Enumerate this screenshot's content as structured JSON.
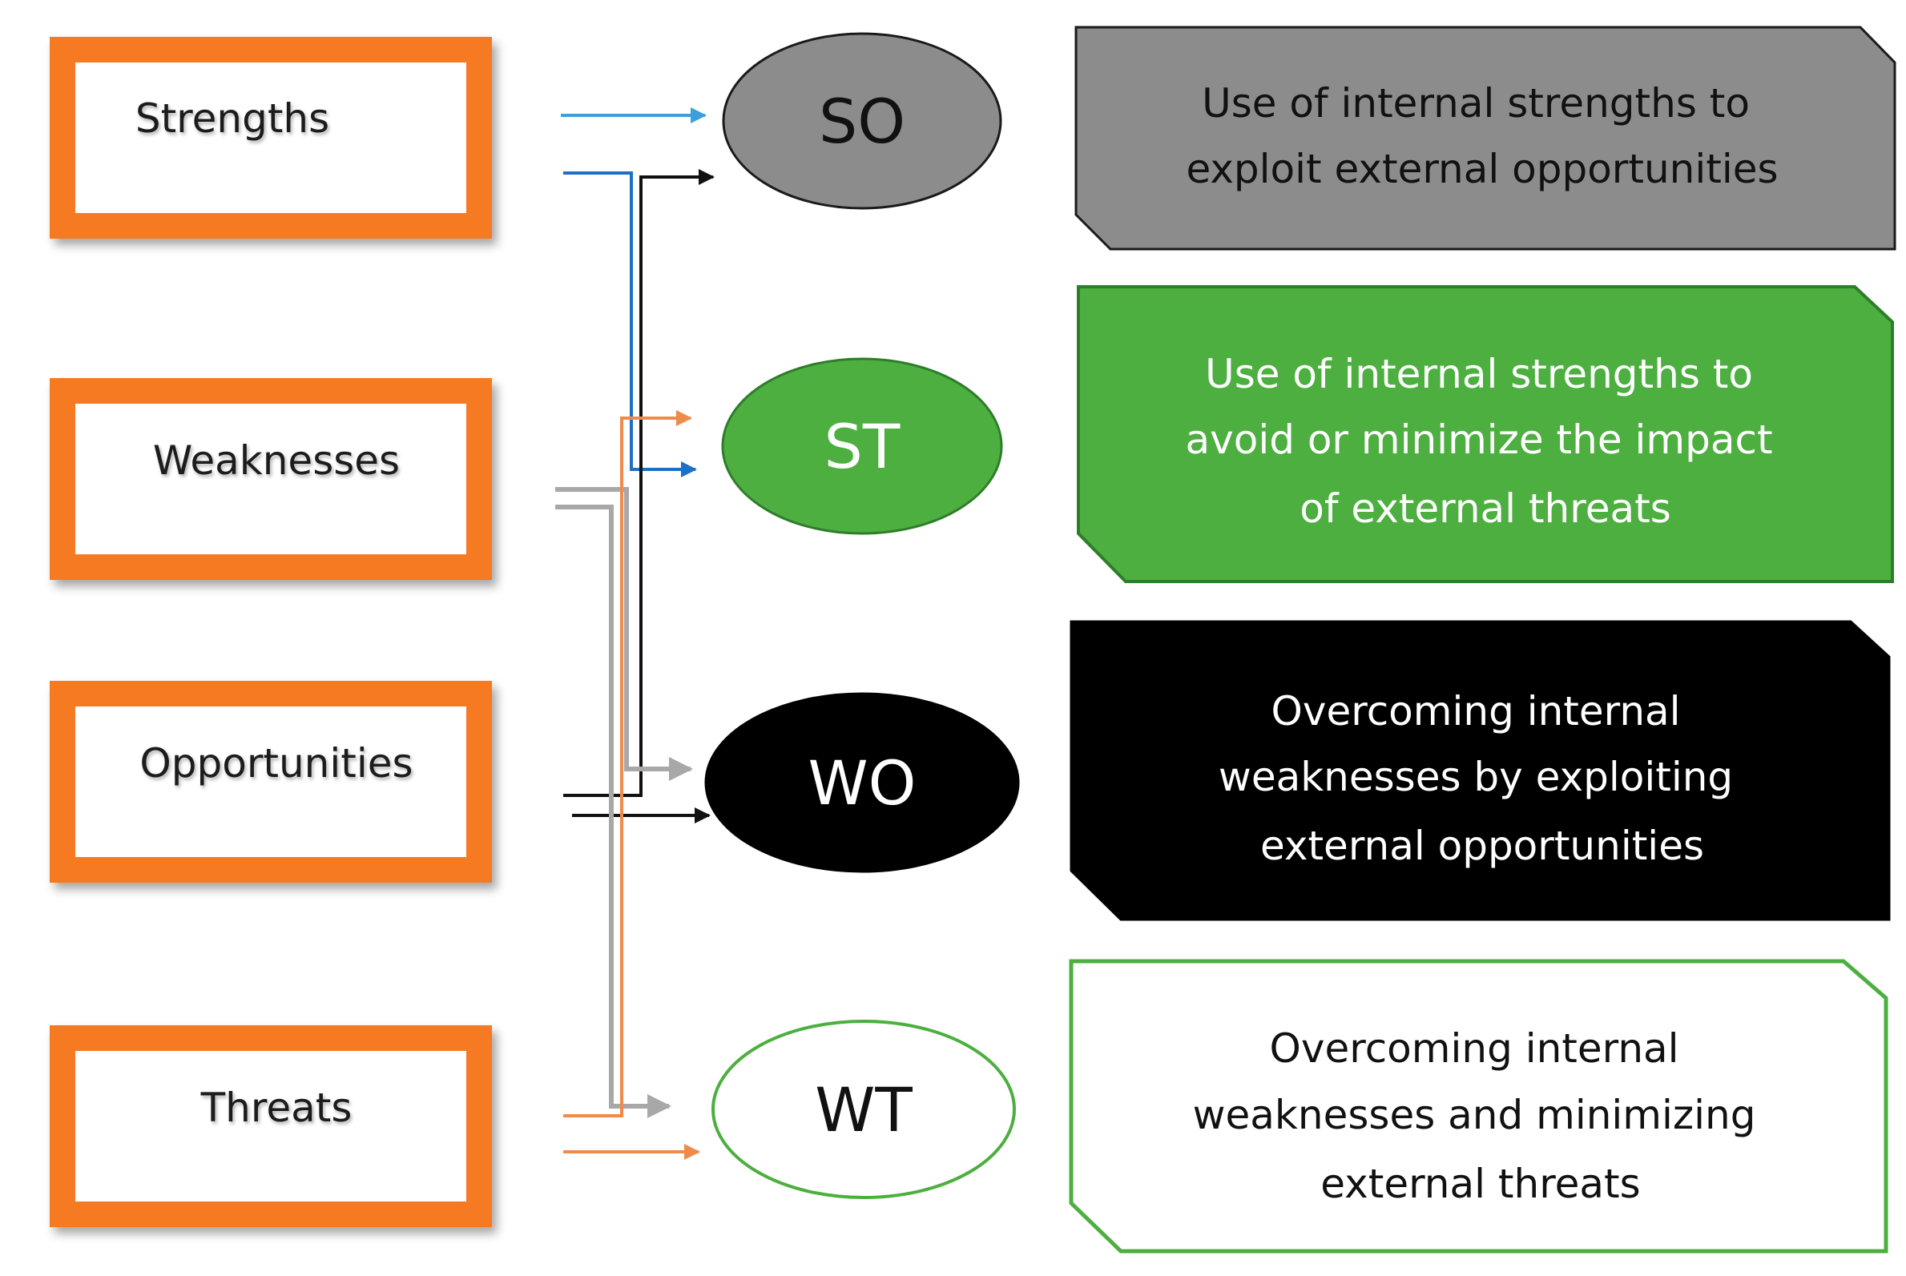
{
  "factors": [
    {
      "label": "Strengths"
    },
    {
      "label": "Weaknesses"
    },
    {
      "label": "Opportunities"
    },
    {
      "label": "Threats"
    }
  ],
  "strategies": [
    {
      "label": "SO",
      "fill": "#8c8c8c",
      "stroke": "#1a1a1a",
      "text_color": "#111111",
      "description_lines": [
        "Use of internal strengths to",
        "exploit external opportunities"
      ],
      "desc_fill": "#8c8c8c",
      "desc_stroke": "#1a1a1a",
      "desc_text_color": "#111111"
    },
    {
      "label": "ST",
      "fill": "#4caf3f",
      "stroke": "#2e7d2a",
      "text_color": "#ffffff",
      "description_lines": [
        "Use of internal strengths to",
        "avoid or minimize the impact",
        "of external threats"
      ],
      "desc_fill": "#4caf3f",
      "desc_stroke": "#2e7d2a",
      "desc_text_color": "#ffffff"
    },
    {
      "label": "WO",
      "fill": "#000000",
      "stroke": "#000000",
      "text_color": "#ffffff",
      "description_lines": [
        "Overcoming internal",
        "weaknesses by exploiting",
        "external opportunities"
      ],
      "desc_fill": "#000000",
      "desc_stroke": "#000000",
      "desc_text_color": "#ffffff"
    },
    {
      "label": "WT",
      "fill": "#ffffff",
      "stroke": "#4caf3f",
      "text_color": "#111111",
      "description_lines": [
        "Overcoming internal",
        "weaknesses and minimizing",
        "external threats"
      ],
      "desc_fill": "#ffffff",
      "desc_stroke": "#4caf3f",
      "desc_text_color": "#111111"
    }
  ],
  "colors": {
    "box_border": "#f57a22",
    "arrow_light_blue": "#3aa0dc",
    "arrow_blue": "#1f6fc4",
    "arrow_black": "#111111",
    "arrow_gray": "#a8a8a8",
    "arrow_orange": "#f08a4b"
  }
}
